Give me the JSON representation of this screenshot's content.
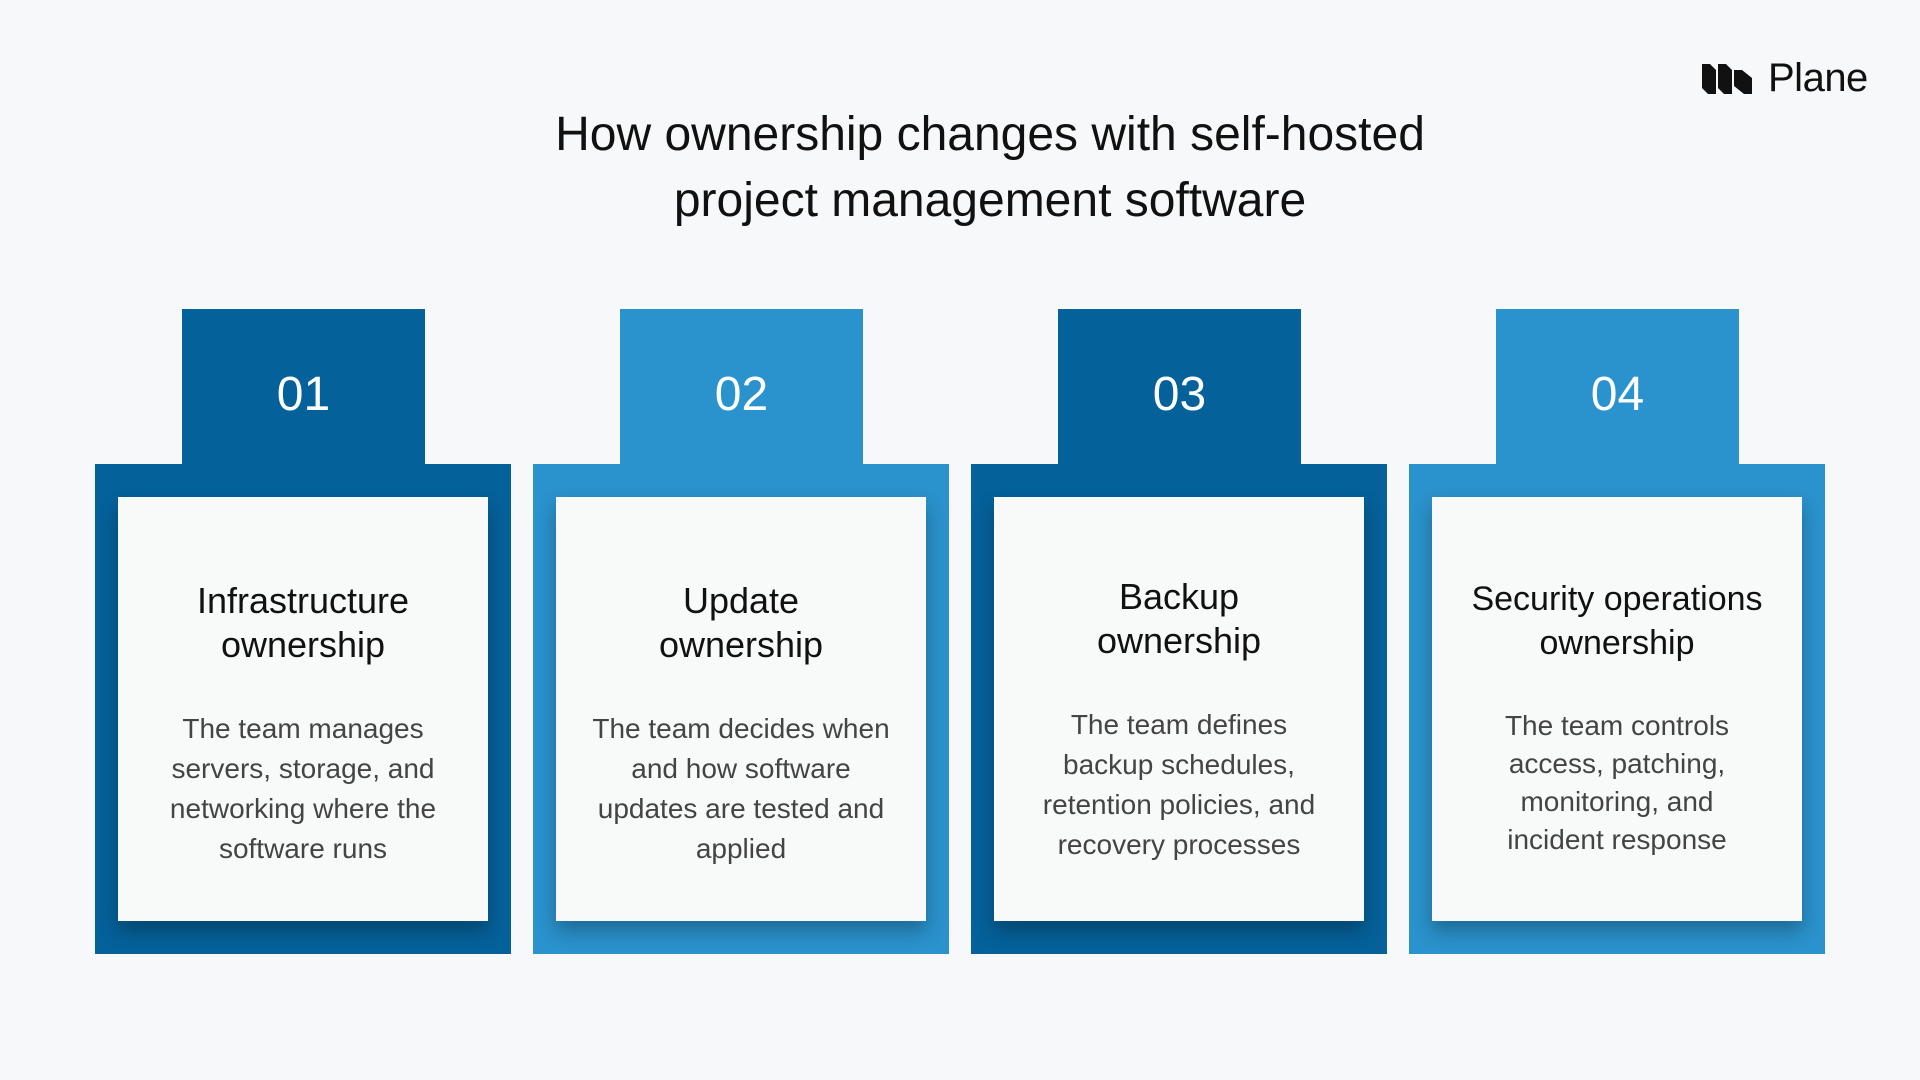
{
  "brand": {
    "name": "Plane",
    "icon": "plane-logo-icon"
  },
  "title": {
    "line1": "How ownership changes with self-hosted",
    "line2": "project management software"
  },
  "colors": {
    "dark": "#05619a",
    "light": "#2a92cc",
    "background": "#f7f8f9"
  },
  "cards": [
    {
      "number": "01",
      "title": "Infrastructure ownership",
      "body": "The team manages servers, storage, and networking where the software runs",
      "tone": "dark"
    },
    {
      "number": "02",
      "title": "Update ownership",
      "body": "The team decides when and how software updates are tested and applied",
      "tone": "light"
    },
    {
      "number": "03",
      "title": "Backup ownership",
      "body": "The team defines backup schedules, retention policies, and recovery processes",
      "tone": "dark"
    },
    {
      "number": "04",
      "title": "Security operations ownership",
      "body": "The team controls access, patching, monitoring, and incident response",
      "tone": "light"
    }
  ]
}
